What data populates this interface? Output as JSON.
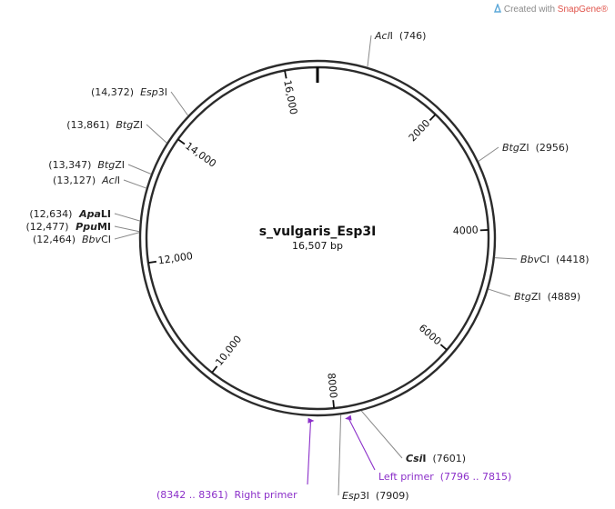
{
  "branding": {
    "prefix": "Created with",
    "product": "SnapGene",
    "mark": "®"
  },
  "plasmid": {
    "name": "s_vulgaris_Esp3I",
    "length_label": "16,507 bp",
    "length": 16507,
    "ring_color": "#2b2b2b",
    "origin_marker_bp": 0
  },
  "ticks": [
    {
      "bp": 2000,
      "label": "2000"
    },
    {
      "bp": 4000,
      "label": "4000"
    },
    {
      "bp": 6000,
      "label": "6000"
    },
    {
      "bp": 8000,
      "label": "8000"
    },
    {
      "bp": 10000,
      "label": "10,000"
    },
    {
      "bp": 12000,
      "label": "12,000"
    },
    {
      "bp": 14000,
      "label": "14,000"
    },
    {
      "bp": 16000,
      "label": "16,000"
    }
  ],
  "sites": [
    {
      "id": "acli-746",
      "name": "AclI",
      "italic_part": "Acl",
      "roman_part": "I",
      "position": "(746)",
      "bp": 746,
      "side": "right",
      "bold": false
    },
    {
      "id": "btgzi-2956",
      "name": "BtgZI",
      "italic_part": "Btg",
      "roman_part": "ZI",
      "position": "(2956)",
      "bp": 2956,
      "side": "right",
      "bold": false
    },
    {
      "id": "bbvci-4418",
      "name": "BbvCI",
      "italic_part": "Bbv",
      "roman_part": "CI",
      "position": "(4418)",
      "bp": 4418,
      "side": "right",
      "bold": false
    },
    {
      "id": "btgzi-4889",
      "name": "BtgZI",
      "italic_part": "Btg",
      "roman_part": "ZI",
      "position": "(4889)",
      "bp": 4889,
      "side": "right",
      "bold": false
    },
    {
      "id": "csii-7601",
      "name": "CsiI",
      "italic_part": "Csi",
      "roman_part": "I",
      "position": "(7601)",
      "bp": 7601,
      "side": "right",
      "bold": true
    },
    {
      "id": "esp3i-7909",
      "name": "Esp3I",
      "italic_part": "Esp",
      "roman_part": "3I",
      "position": "(7909)",
      "bp": 7909,
      "side": "right",
      "bold": false
    },
    {
      "id": "bbvci-12464",
      "name": "BbvCI",
      "italic_part": "Bbv",
      "roman_part": "CI",
      "position": "(12,464)",
      "bp": 12464,
      "side": "left",
      "bold": false
    },
    {
      "id": "ppumi-12477",
      "name": "PpuMI",
      "italic_part": "Ppu",
      "roman_part": "MI",
      "position": "(12,477)",
      "bp": 12477,
      "side": "left",
      "bold": true
    },
    {
      "id": "apali-12634",
      "name": "ApaLI",
      "italic_part": "Apa",
      "roman_part": "LI",
      "position": "(12,634)",
      "bp": 12634,
      "side": "left",
      "bold": true
    },
    {
      "id": "acli-13127",
      "name": "AclI",
      "italic_part": "Acl",
      "roman_part": "I",
      "position": "(13,127)",
      "bp": 13127,
      "side": "left",
      "bold": false
    },
    {
      "id": "btgzi-13347",
      "name": "BtgZI",
      "italic_part": "Btg",
      "roman_part": "ZI",
      "position": "(13,347)",
      "bp": 13347,
      "side": "left",
      "bold": false
    },
    {
      "id": "btgzi-13861",
      "name": "BtgZI",
      "italic_part": "Btg",
      "roman_part": "ZI",
      "position": "(13,861)",
      "bp": 13861,
      "side": "left",
      "bold": false
    },
    {
      "id": "esp3i-14372",
      "name": "Esp3I",
      "italic_part": "Esp",
      "roman_part": "3I",
      "position": "(14,372)",
      "bp": 14372,
      "side": "left",
      "bold": false
    }
  ],
  "primers": [
    {
      "id": "left-primer",
      "name": "Left primer",
      "range": "(7796 .. 7815)",
      "start": 7796,
      "end": 7815,
      "direction": "forward",
      "color": "#8b2fc9"
    },
    {
      "id": "right-primer",
      "name": "Right primer",
      "range": "(8342 .. 8361)",
      "start": 8342,
      "end": 8361,
      "direction": "reverse",
      "color": "#8b2fc9"
    }
  ]
}
